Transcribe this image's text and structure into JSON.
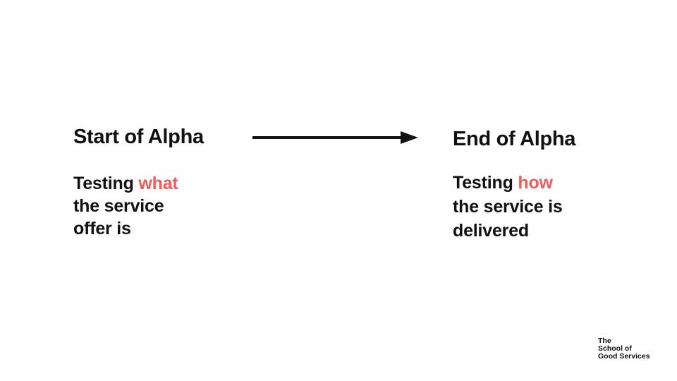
{
  "slide": {
    "left_column": {
      "title": "Start of Alpha",
      "body": {
        "prefix": "Testing ",
        "highlight": "what",
        "line2": "the service",
        "line3": "offer is"
      }
    },
    "right_column": {
      "title": "End of Alpha",
      "body": {
        "prefix": "Testing ",
        "highlight": "how",
        "line2": "the service is",
        "line3": "delivered"
      }
    },
    "logo": {
      "line1": "The",
      "line2": "School of",
      "line3": "Good Services"
    },
    "colors": {
      "background": "#ffffff",
      "text": "#111111",
      "highlight": "#f05c5e"
    }
  }
}
